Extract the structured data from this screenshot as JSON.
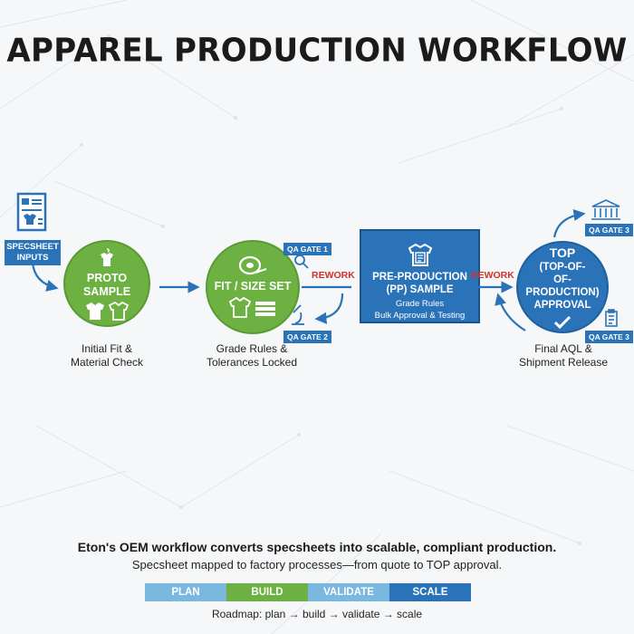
{
  "title": "APPAREL PRODUCTION WORKFLOW",
  "specsheet": {
    "label": "SPECSHEET INPUTS",
    "icon": "document-icon"
  },
  "stages": [
    {
      "label": "PROTO SAMPLE",
      "caption": [
        "Initial Fit &",
        "Material Check"
      ],
      "icons": [
        "hanger-icon",
        "tshirt-icon"
      ],
      "color": "#6db142"
    },
    {
      "label": "FIT / SIZE SET",
      "caption": [
        "Grade Rules &",
        "Tolerances Locked"
      ],
      "icons": [
        "measuring-tape-icon",
        "folded-shirt-icon"
      ],
      "color": "#6db142"
    },
    {
      "label": "PRE-PRODUCTION (PP) SAMPLE",
      "lines": [
        "Grade Rules",
        "Bulk Approval & Testing"
      ],
      "icons": [
        "shirt-clipboard-icon"
      ],
      "color": "#2b73b9"
    },
    {
      "label": "TOP (TOP-OF-OF-PRODUCTION) APPROVAL",
      "caption": [
        "Final AQL &",
        "Shipment Release"
      ],
      "icons": [
        "checkmark-icon"
      ],
      "color": "#2b73b9"
    }
  ],
  "pp_title_lines": [
    "PRE-PRODUCTION",
    "(PP) SAMPLE"
  ],
  "top_title_lines": [
    "TOP",
    "(TOP-OF-",
    "OF-PRODUCTION)",
    "APPROVAL"
  ],
  "gates": [
    "QA GATE 1",
    "QA GATE 2",
    "QA GATE 3",
    "QA GATE 3"
  ],
  "rework": "REWORK",
  "footer": {
    "tagline": "Eton's OEM workflow converts specsheets into scalable, compliant production.",
    "subtagline": "Specsheet mapped to factory processes—from quote to TOP approval.",
    "roadmap": [
      {
        "label": "PLAN",
        "color": "#7ab8e0"
      },
      {
        "label": "BUILD",
        "color": "#6db142"
      },
      {
        "label": "VALIDATE",
        "color": "#7ab8e0"
      },
      {
        "label": "SCALE",
        "color": "#2b73b9"
      }
    ],
    "roadmap_caption": "Roadmap: plan → build → validate → scale"
  },
  "colors": {
    "green": "#6db142",
    "blue": "#2b73b9",
    "rework_red": "#d0312d"
  }
}
